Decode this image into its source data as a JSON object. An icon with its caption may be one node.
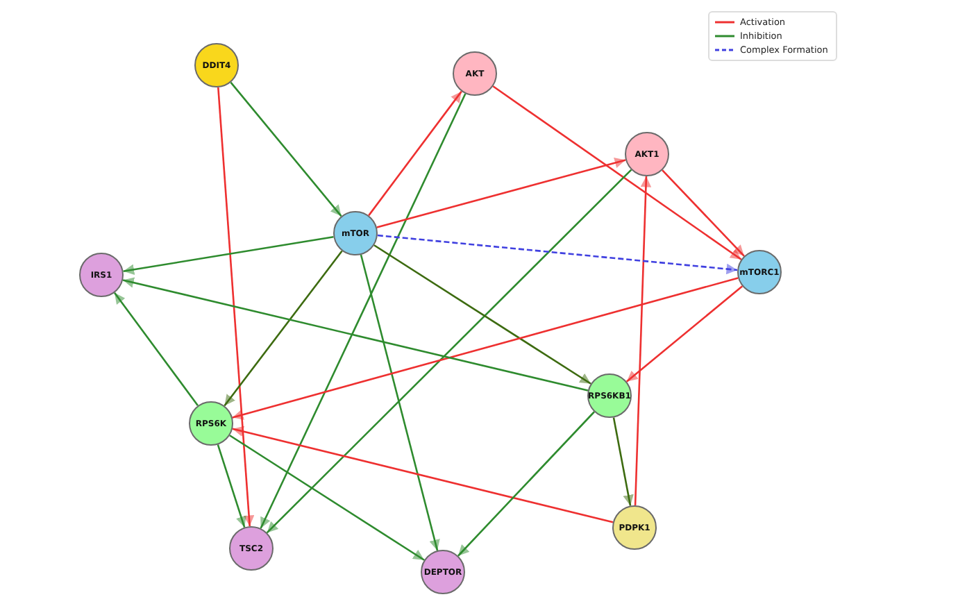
{
  "diagram": {
    "nodes": [
      {
        "text": [
          "DDIT4"
        ]
      },
      {
        "text": [
          "AKT"
        ]
      },
      {
        "text": [
          "AKT1"
        ]
      },
      {
        "text": [
          "mTOR"
        ]
      },
      {
        "text": [
          "mTORC1"
        ]
      },
      {
        "text": [
          "IRS1"
        ]
      },
      {
        "text": [
          "RPS6K"
        ]
      },
      {
        "text": [
          "RPS6KB1"
        ]
      },
      {
        "text": [
          "PDPK1"
        ]
      },
      {
        "text": [
          "TSC2"
        ]
      },
      {
        "text": [
          "DEPTOR"
        ]
      }
    ],
    "edges": [
      {
        "from": 0,
        "to": 9,
        "arrow": "to",
        "color": "#ee3030"
      },
      {
        "from": 0,
        "to": 3,
        "arrow": "to"
      },
      {
        "from": 3,
        "to": 1,
        "arrow": "to",
        "color": "#ee3030"
      },
      {
        "from": 1,
        "to": 9,
        "arrow": "to"
      },
      {
        "from": 1,
        "to": 4,
        "arrow": "to",
        "color": "#ee3030"
      },
      {
        "from": 3,
        "to": 2,
        "arrow": "to",
        "color": "#ee3030"
      },
      {
        "from": 2,
        "to": 4,
        "arrow": "to",
        "color": "#ee3030"
      },
      {
        "from": 2,
        "to": 9,
        "arrow": "to"
      },
      {
        "from": 8,
        "to": 2,
        "arrow": "to",
        "color": "#ee3030"
      },
      {
        "from": 3,
        "to": 4,
        "arrow": "to",
        "style": "dashed",
        "color": "#4040e0"
      },
      {
        "from": 3,
        "to": 5,
        "arrow": "to"
      },
      {
        "from": 3,
        "to": 6,
        "arrow": "to",
        "color": "#3d6b10"
      },
      {
        "from": 3,
        "to": 7,
        "arrow": "to",
        "color": "#3d6b10"
      },
      {
        "from": 3,
        "to": 10,
        "arrow": "to"
      },
      {
        "from": 4,
        "to": 6,
        "arrow": "to",
        "color": "#ee3030"
      },
      {
        "from": 4,
        "to": 7,
        "arrow": "to",
        "color": "#ee3030"
      },
      {
        "from": 7,
        "to": 5,
        "arrow": "to"
      },
      {
        "from": 6,
        "to": 5,
        "arrow": "to"
      },
      {
        "from": 6,
        "to": 9,
        "arrow": "to"
      },
      {
        "from": 6,
        "to": 10,
        "arrow": "to"
      },
      {
        "from": 8,
        "to": 6,
        "arrow": "to",
        "color": "#ee3030"
      },
      {
        "from": 7,
        "to": 10,
        "arrow": "to"
      },
      {
        "from": 7,
        "to": 8,
        "arrow": "to",
        "color": "#3d6b10"
      }
    ],
    "legend": [
      {
        "text": "Activation"
      },
      {
        "text": "Inhibition"
      },
      {
        "text": "Complex Formation"
      }
    ]
  }
}
